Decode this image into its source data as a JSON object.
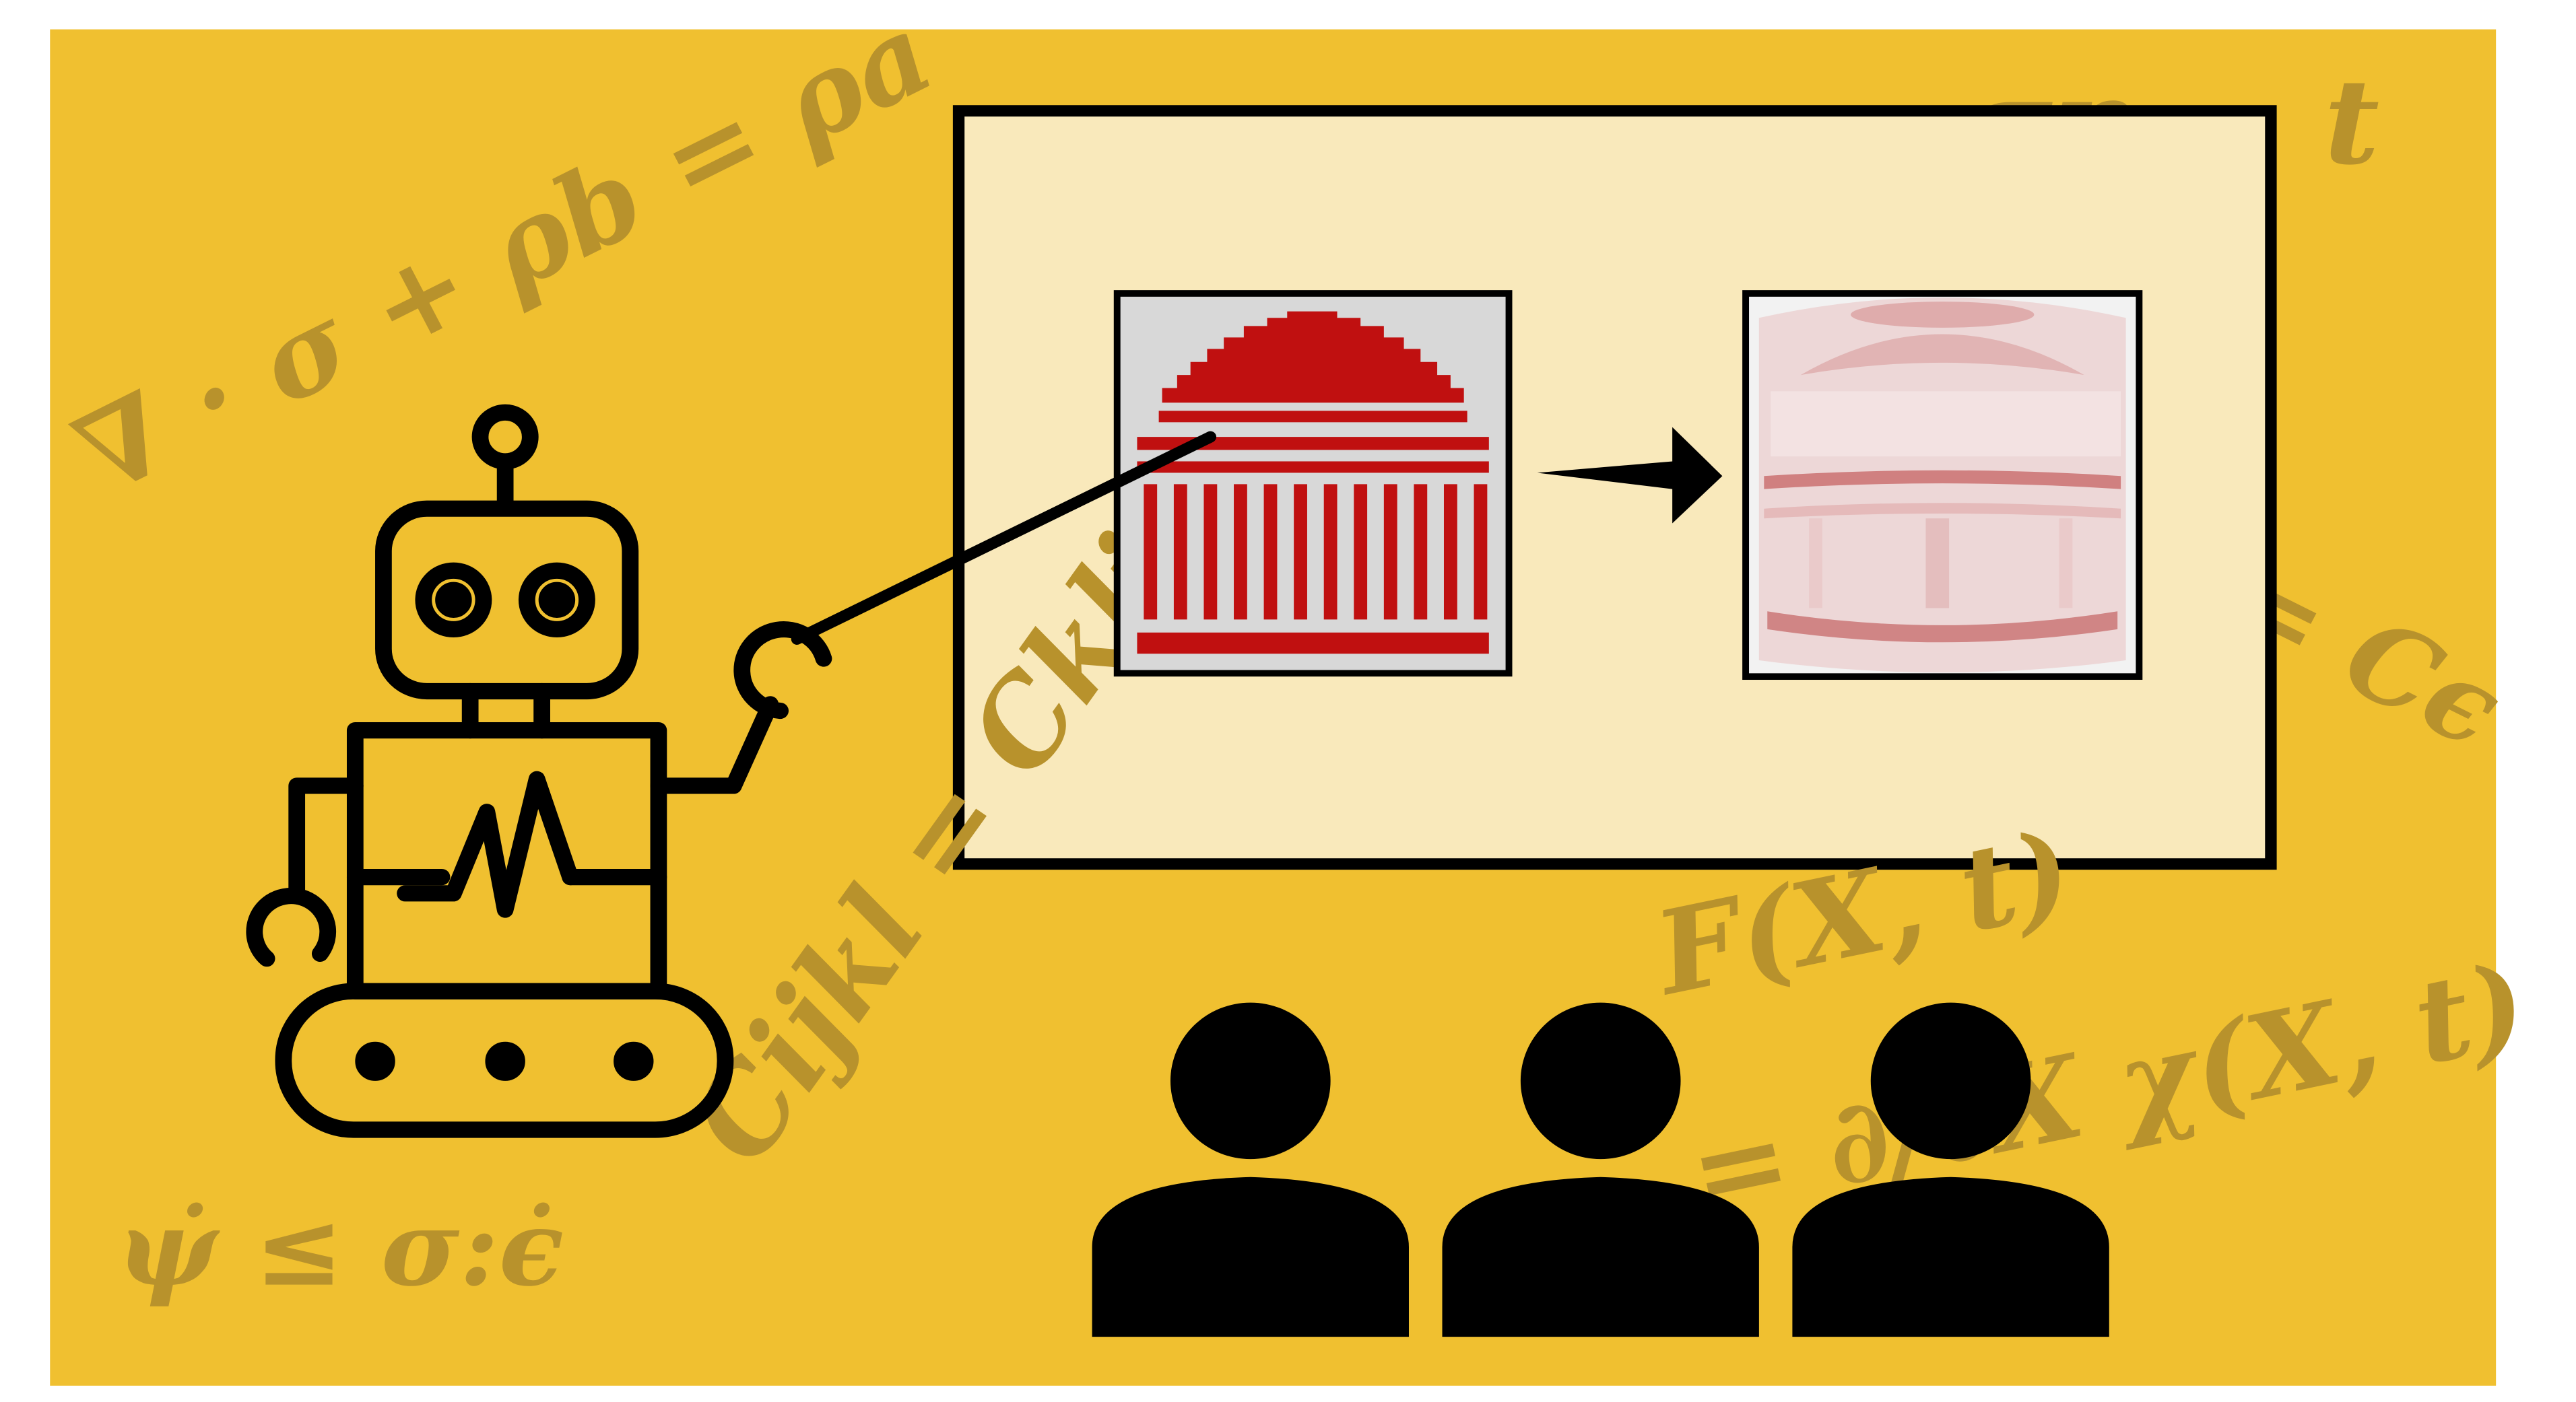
{
  "colors": {
    "background": "#f0c030",
    "equation_faint": "#b8922c",
    "equation_light": "#e9d28a",
    "screen_fill": "#f9e9bb",
    "mit_red": "#c01010",
    "mit_gray": "#d8d8d8",
    "ink": "#000000"
  },
  "equations": {
    "momentum_balance": "∇ · σ + ρb = ρa",
    "traction": "σn = t",
    "hooke": "σ = Cϵ",
    "stiffness_symmetry": "Cijkl = Cklij",
    "deformation_map": "F(X, t)",
    "deformation_gradient": "= ∂/∂X χ(X, t)",
    "dissipation": "ψ̇ ≤ σ:ϵ̇"
  },
  "icons": {
    "robot": "robot-icon",
    "pointer": "pointer-stick-icon",
    "input_logo": "dome-building-icon",
    "arrow": "arrow-right-icon",
    "output_image": "deformed-shape-icon",
    "audience": "person-icon"
  }
}
